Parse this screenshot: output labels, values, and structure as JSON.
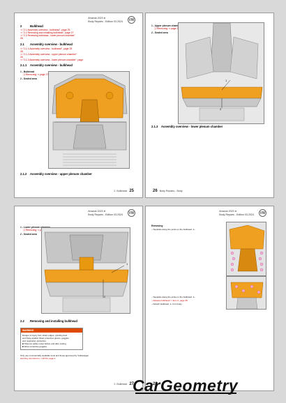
{
  "header": {
    "model": "Amarok 2023 ➤",
    "manual": "Body Repairs - Edition 03.2024",
    "logo": "VW"
  },
  "page1": {
    "section_num": "2",
    "section_title": "Bulkhead",
    "links": [
      "⇒ “2.1 Assembly overview - bulkhead”, page 25",
      "⇒ “2.2 Removing and installing bulkhead”, page 27",
      "⇒ “2.3 Renewing bulkhead - lower plenum chamber”",
      "28"
    ],
    "sub21_num": "2.1",
    "sub21_title": "Assembly overview - bulkhead",
    "sub21_links": [
      "⇒ “2.1.1 Assembly overview - bulkhead”, page 25",
      "28",
      "⇒ “2.1.2 Assembly overview - upper plenum chamber”",
      "26",
      "⇒ “2.1.3 Assembly overview - lower plenum chamber”, page"
    ],
    "sub211_num": "2.1.1",
    "sub211_title": "Assembly overview - bulkhead",
    "item1": "1 - Bulkhead",
    "item1_sub": "❑ Removing ⇒ page 27",
    "item2": "2 - Sealed area",
    "sub212_num": "2.1.2",
    "sub212_title": "Assembly overview - upper plenum chamber",
    "footer_code": "2. Bulkhead",
    "page_number": "25"
  },
  "page2": {
    "item1": "1 - Upper plenum chamber",
    "item1_sub": "❑ Removing ⇒ page 27",
    "item2": "2 - Sealed area",
    "callout1": "1",
    "callout2": "2",
    "sub213_num": "2.1.3",
    "sub213_title": "Assembly overview - lower plenum chamber",
    "footer_code": "Body Repairs - Body",
    "page_number": "26"
  },
  "page3": {
    "item1": "1 - Lower plenum chamber",
    "item1_sub": "❑ Removing ⇒ page 28",
    "item2": "2 - Sealed area",
    "callout1": "1",
    "callout2": "2",
    "sec22_num": "2.2",
    "sec22_title": "Removing and installing bulkhead",
    "warning_title": "WARNING",
    "warning_lines": [
      "Danger of injury from sharp edges, grinding dust",
      "and flying sparks! Wear protective gloves, goggles",
      "and respiratory protection.",
      "■ Observe safety notes before and after cutting.",
      "■ Wear protective goggles."
    ],
    "tools_line1": "Only use commercially available tools and those approved by Volkswagen",
    "tools_line2": "and they are listed in ⇒ ETKA, page 1",
    "footer_code": "2. Bulkhead",
    "page_number": "27"
  },
  "page4": {
    "removing_label": "Removing",
    "step1": "– Separate along the joints on the bulkhead -1-.",
    "step2": "– Separate along the joints on the bulkhead -1-.",
    "step3": "– Release bulkhead ⇒ Item 2, page 28.",
    "step4": "– Detach bulkhead -1- from body.",
    "page_number": "28"
  },
  "watermark": "CarGeometry",
  "colors": {
    "highlight_orange": "#f0a020",
    "link_red": "#cc0000"
  }
}
